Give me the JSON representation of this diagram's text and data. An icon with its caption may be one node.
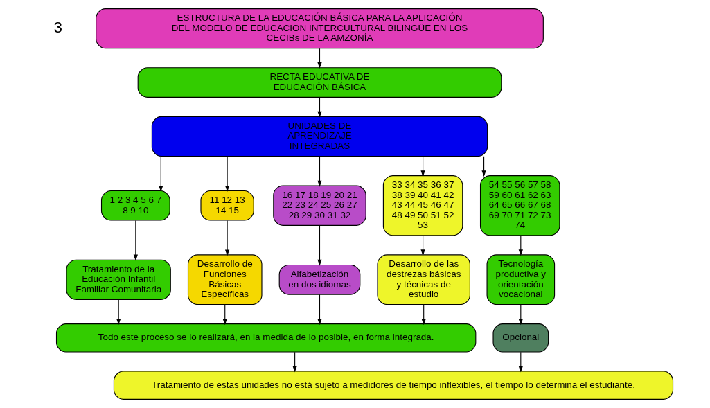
{
  "diagram": {
    "nodes": [
      {
        "text": [
          "ESTRUCTURA DE LA EDUCACIÓN BÁSICA PARA LA APLICACIÓN DEL MODELO DE EDUCACION INTERCULTURAL BILINGÜE EN LOS CECIBs DE LA AMZONÍA"
        ]
      },
      {
        "text": [
          "RECTA EDUCATIVA DE EDUCACIÓN BÁSICA"
        ]
      },
      {
        "text": [
          "UNIDADES DE APRENDIZAJE INTEGRADAS"
        ]
      },
      {
        "text": [
          "1 2 3 4 5 6 7 8 9 10"
        ]
      },
      {
        "text": [
          "11 12 13 14 15"
        ]
      },
      {
        "text": [
          "16 17 18 19 20 21 22 23 24 25 26 27 28 29 30 31 32"
        ]
      },
      {
        "text": [
          "33 34 35 36 37 38 39 40 41 42 43 44 45 46 47 48 49 50 51 52 53"
        ]
      },
      {
        "text": [
          "54 55 56 57 58 59 60 61 62 63 64 65 66 67 68 69 70 71 72 73 74"
        ]
      },
      {
        "text": [
          "Tratamiento de la Educación Infantil Familiar Comunitaria"
        ]
      },
      {
        "text": [
          "Desarrollo de Funciones Básicas Específicas"
        ]
      },
      {
        "text": [
          "Alfabetización en dos idiomas"
        ]
      },
      {
        "text": [
          "Desarrollo de las destrezas básicas y técnicas de estudio"
        ]
      },
      {
        "text": [
          "Tecnología productiva y orientación vocacional"
        ]
      },
      {
        "text": [
          "Todo este proceso se lo realizará, en la medida de lo posible, en forma integrada."
        ]
      },
      {
        "text": [
          "Opcional"
        ]
      },
      {
        "text": [
          "Tratamiento de estas unidades no está sujeto a medidores de tiempo inflexibles, el tiempo lo determina el estudiante."
        ]
      }
    ],
    "edges": [
      {
        "from": 0,
        "to": 1,
        "arrow": "to"
      },
      {
        "from": 1,
        "to": 2,
        "arrow": "to"
      },
      {
        "from": 2,
        "to": 3,
        "arrow": "to"
      },
      {
        "from": 2,
        "to": 4,
        "arrow": "to"
      },
      {
        "from": 2,
        "to": 5,
        "arrow": "to"
      },
      {
        "from": 2,
        "to": 6,
        "arrow": "to"
      },
      {
        "from": 2,
        "to": 7,
        "arrow": "to"
      },
      {
        "from": 3,
        "to": 8,
        "arrow": "to"
      },
      {
        "from": 4,
        "to": 9,
        "arrow": "to"
      },
      {
        "from": 5,
        "to": 10,
        "arrow": "to"
      },
      {
        "from": 6,
        "to": 11,
        "arrow": "to"
      },
      {
        "from": 7,
        "to": 12,
        "arrow": "to"
      },
      {
        "from": 8,
        "to": 13,
        "arrow": "to"
      },
      {
        "from": 9,
        "to": 13,
        "arrow": "to"
      },
      {
        "from": 10,
        "to": 13,
        "arrow": "to"
      },
      {
        "from": 11,
        "to": 13,
        "arrow": "to"
      },
      {
        "from": 12,
        "to": 14,
        "arrow": "to"
      },
      {
        "from": 13,
        "to": 15,
        "arrow": "to"
      },
      {
        "from": 14,
        "to": 15,
        "arrow": "to"
      }
    ],
    "labels": [
      "3"
    ]
  }
}
